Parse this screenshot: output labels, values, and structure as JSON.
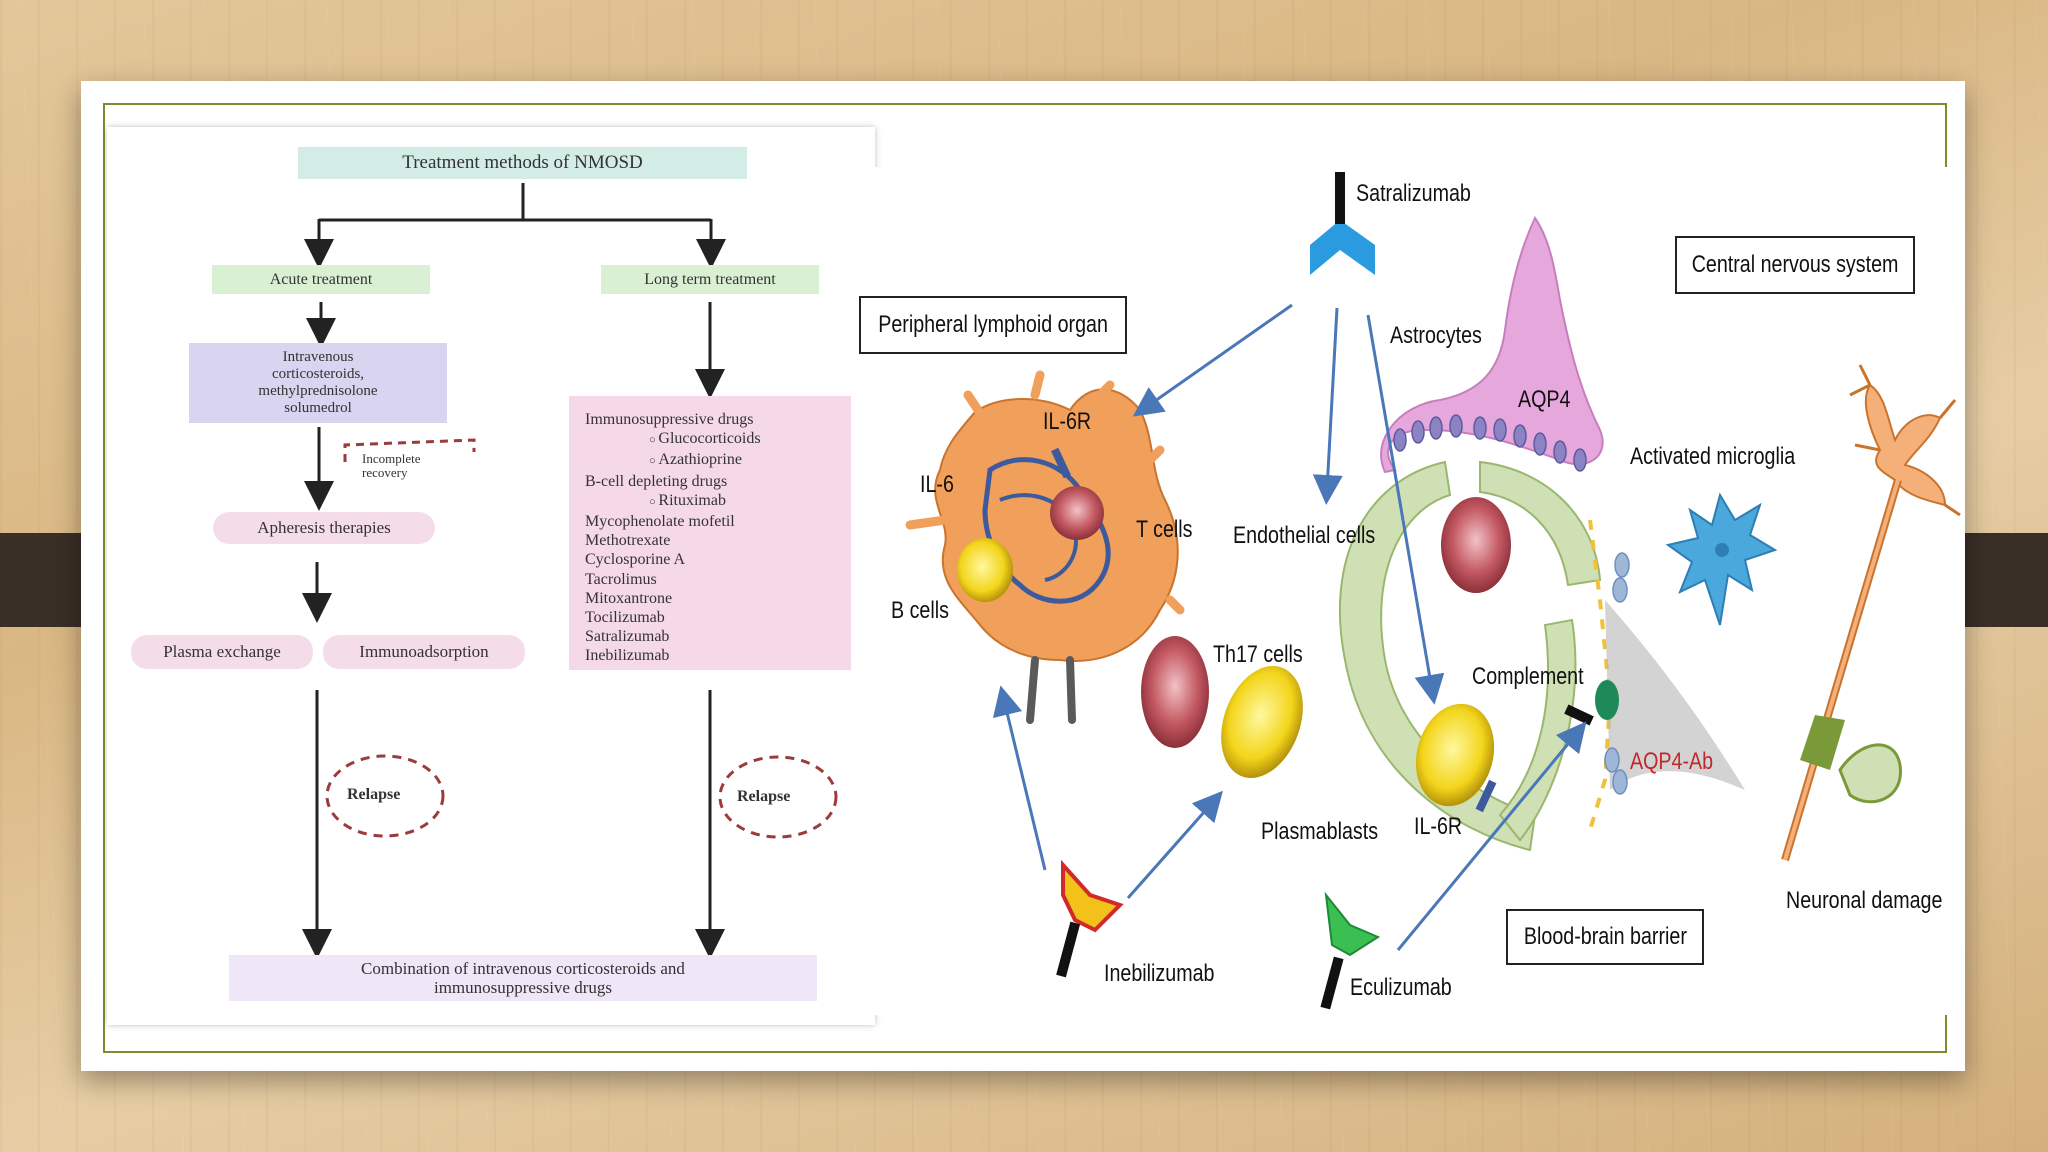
{
  "flowchart": {
    "title": "Treatment methods of NMOSD",
    "acute": "Acute treatment",
    "long_term": "Long term treatment",
    "iv_steroids": [
      "Intravenous",
      "corticosteroids,",
      "methylprednisolone",
      "solumedrol"
    ],
    "incomplete_recovery": [
      "Incomplete",
      "recovery"
    ],
    "apheresis": "Apheresis therapies",
    "plasma_exchange": "Plasma exchange",
    "immunoadsorption": "Immunoadsorption",
    "drugs": [
      {
        "text": "Immunosuppressive drugs",
        "level": 0
      },
      {
        "text": "Glucocorticoids",
        "level": 1
      },
      {
        "text": "Azathioprine",
        "level": 1
      },
      {
        "text": "B-cell depleting drugs",
        "level": 0
      },
      {
        "text": "Rituximab",
        "level": 1
      },
      {
        "text": "Mycophenolate mofetil",
        "level": 0
      },
      {
        "text": "Methotrexate",
        "level": 0
      },
      {
        "text": "Cyclosporine A",
        "level": 0
      },
      {
        "text": "Tacrolimus",
        "level": 0
      },
      {
        "text": "Mitoxantrone",
        "level": 0
      },
      {
        "text": "Tocilizumab",
        "level": 0
      },
      {
        "text": "Satralizumab",
        "level": 0
      },
      {
        "text": "Inebilizumab",
        "level": 0
      }
    ],
    "relapse": "Relapse",
    "combination": [
      "Combination of intravenous corticosteroids and",
      "immunosuppressive drugs"
    ]
  },
  "mechanism": {
    "satralizumab": "Satralizumab",
    "central_nervous_system": "Central nervous system",
    "peripheral_lymphoid_organ": "Peripheral lymphoid organ",
    "astrocytes": "Astrocytes",
    "aqp4": "AQP4",
    "il6r_top": "IL-6R",
    "il6": "IL-6",
    "t_cells": "T cells",
    "b_cells": "B cells",
    "endothelial_cells": "Endothelial cells",
    "activated_microglia": "Activated microglia",
    "th17_cells": "Th17 cells",
    "complement": "Complement",
    "aqp4_ab": "AQP4-Ab",
    "plasmablasts": "Plasmablasts",
    "il6r_bottom": "IL-6R",
    "neuronal_damage": "Neuronal damage",
    "blood_brain_barrier": "Blood-brain barrier",
    "inebilizumab": "Inebilizumab",
    "eculizumab": "Eculizumab"
  },
  "colors": {
    "frame": "#7a8d2e",
    "header_box": "#d3ece6",
    "acute_box": "#d9f0d3",
    "steroid_box": "#d9d4ef",
    "drug_box": "#f5d9e9",
    "combo_box": "#efe6f7",
    "relapse": "#9b3b3b",
    "arrow_blue": "#4a77b8",
    "aqp4_ab": "#c0282d"
  }
}
